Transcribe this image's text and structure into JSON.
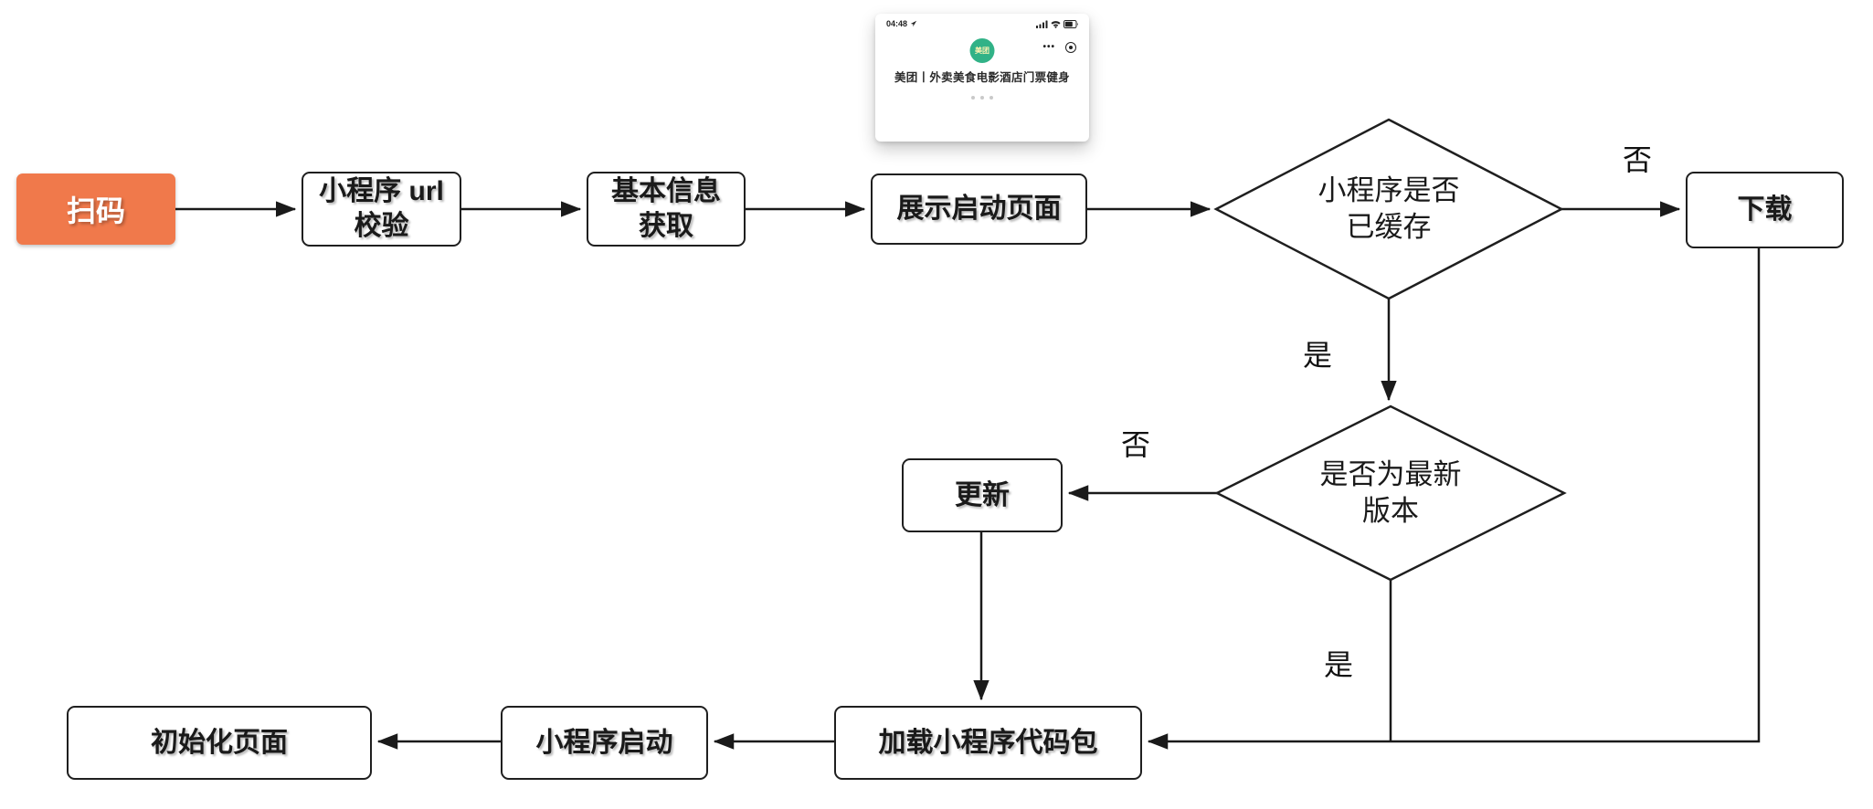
{
  "colors": {
    "scan_box_bg": "#F0794B",
    "meituan_green": "#31B287",
    "line_color": "#1a1a1a",
    "box_border": "#1f1f1f"
  },
  "phone_preview": {
    "status_time": "04:48",
    "more_label": "•••",
    "app_logo_text": "美团",
    "app_title": "美团丨外卖美食电影酒店门票健身"
  },
  "nodes": {
    "scan": {
      "label": "扫码"
    },
    "url_check": {
      "label": "小程序 url\n校验"
    },
    "basic_info": {
      "label": "基本信息\n获取"
    },
    "splash": {
      "label": "展示启动页面"
    },
    "cache_check": {
      "label": "小程序是否\n已缓存"
    },
    "download": {
      "label": "下载"
    },
    "version_check": {
      "label": "是否为最新\n版本"
    },
    "update": {
      "label": "更新"
    },
    "load_package": {
      "label": "加载小程序代码包"
    },
    "launch": {
      "label": "小程序启动"
    },
    "init_page": {
      "label": "初始化页面"
    }
  },
  "edge_labels": {
    "cache_no": "否",
    "cache_yes": "是",
    "version_no": "否",
    "version_yes": "是"
  }
}
